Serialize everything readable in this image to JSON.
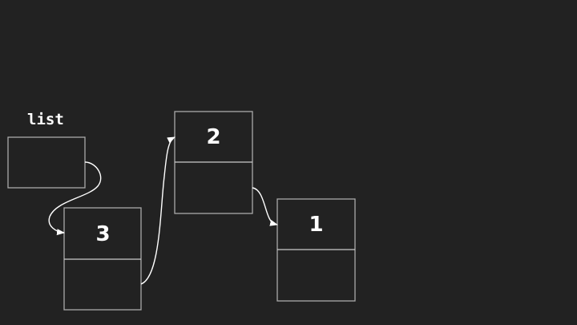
{
  "pointer": {
    "label": "list"
  },
  "nodes": [
    {
      "value": "3"
    },
    {
      "value": "2"
    },
    {
      "value": "1"
    }
  ],
  "colors": {
    "background": "#222222",
    "box_stroke": "#b0b0b0",
    "arrow": "#ffffff",
    "text": "#ffffff"
  }
}
